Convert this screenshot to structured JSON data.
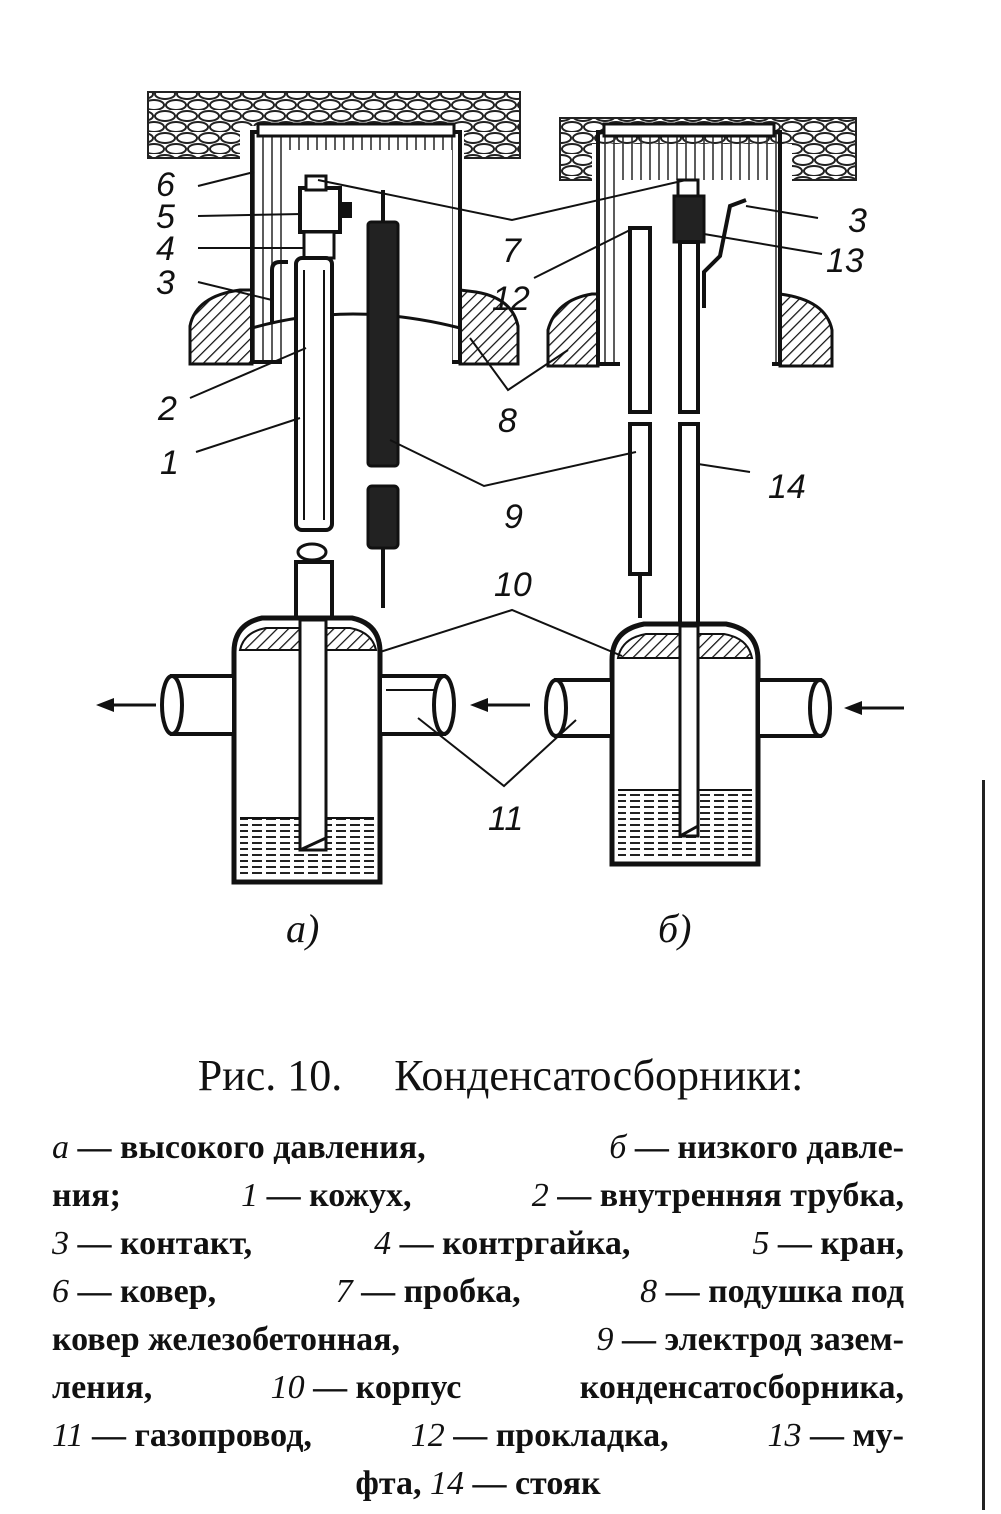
{
  "figure": {
    "callouts": {
      "n1": "1",
      "n2": "2",
      "n3": "3",
      "n4": "4",
      "n5": "5",
      "n6": "6",
      "n7": "7",
      "n8": "8",
      "n9": "9",
      "n10": "10",
      "n11": "11",
      "n12": "12",
      "n13": "13",
      "n14": "14",
      "n3b": "3"
    },
    "sublabels": {
      "a": "а)",
      "b": "б)"
    }
  },
  "caption": {
    "fig_no": "Рис. 10.",
    "title": "Конденсатосборники:"
  },
  "legend": {
    "l1": [
      "а",
      "— высокого давления,",
      "б",
      "— низкого давле-"
    ],
    "l2": [
      "ния;",
      "1",
      "— кожух,",
      "2",
      "— внутренняя трубка,"
    ],
    "l3": [
      "3",
      "— контакт,",
      "4",
      "— контргайка,",
      "5",
      "— кран,"
    ],
    "l4": [
      "6",
      "— ковер,",
      "7",
      "— пробка,",
      "8",
      "— подушка под"
    ],
    "l5": [
      "ковер железобетонная,",
      "9",
      "— электрод зазем-"
    ],
    "l6": [
      "ления,",
      "10",
      "— корпус",
      "конденсатосборника,"
    ],
    "l7": [
      "11",
      "— газопровод,",
      "12",
      "— прокладка,",
      "13",
      "— му-"
    ],
    "l8": [
      "фта,",
      "14",
      "— стояк"
    ]
  }
}
